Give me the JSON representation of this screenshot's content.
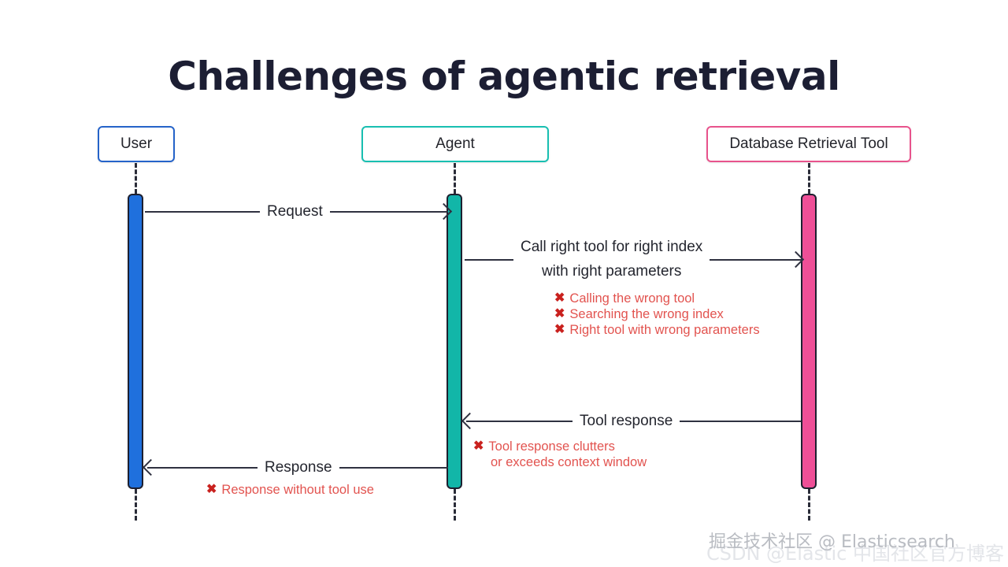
{
  "title": "Challenges of agentic retrieval",
  "participants": [
    {
      "id": "user",
      "label": "User",
      "color": "#2563c9"
    },
    {
      "id": "agent",
      "label": "Agent",
      "color": "#18bfb1"
    },
    {
      "id": "db",
      "label": "Database Retrieval Tool",
      "color": "#e8538c"
    }
  ],
  "messages": [
    {
      "id": "request",
      "label": "Request",
      "from": "user",
      "to": "agent",
      "direction": "right"
    },
    {
      "id": "call-tool",
      "label_line1": "Call right tool for right index",
      "label_line2": "with right parameters",
      "from": "agent",
      "to": "db",
      "direction": "right"
    },
    {
      "id": "tool-response",
      "label": "Tool response",
      "from": "db",
      "to": "agent",
      "direction": "left"
    },
    {
      "id": "response",
      "label": "Response",
      "from": "agent",
      "to": "user",
      "direction": "left"
    }
  ],
  "notes": {
    "tool_call_problems": [
      "Calling the wrong tool",
      "Searching the wrong index",
      "Right tool with wrong parameters"
    ],
    "tool_response_problem": {
      "line1": "Tool response clutters",
      "line2": "or exceeds context window"
    },
    "response_problem": "Response without tool use"
  },
  "icons": {
    "x_mark": "✖"
  },
  "watermarks": {
    "juejin": "掘金技术社区 @ Elasticsearch",
    "csdn": "CSDN @Elastic 中国社区官方博客"
  }
}
